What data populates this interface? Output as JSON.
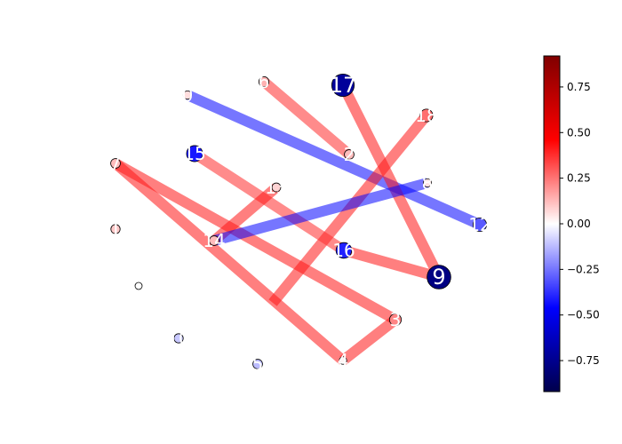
{
  "graph": {
    "colormap": "seismic",
    "vmin": -0.92,
    "vmax": 0.92,
    "nodes": [
      {
        "id": "0",
        "value": 0.06
      },
      {
        "id": "1",
        "value": 0.1
      },
      {
        "id": "2",
        "value": 0.12
      },
      {
        "id": "3",
        "value": 0.22
      },
      {
        "id": "4",
        "value": 0.02
      },
      {
        "id": "5",
        "value": -0.12
      },
      {
        "id": "6",
        "value": 0.14
      },
      {
        "id": "7",
        "value": 0.12
      },
      {
        "id": "8",
        "value": 0.05
      },
      {
        "id": "9",
        "value": -0.78
      },
      {
        "id": "10",
        "value": -0.1
      },
      {
        "id": "11",
        "value": 0.0
      },
      {
        "id": "12",
        "value": -0.3
      },
      {
        "id": "13",
        "value": 0.08
      },
      {
        "id": "14",
        "value": 0.12
      },
      {
        "id": "15",
        "value": -0.42
      },
      {
        "id": "16",
        "value": -0.4
      },
      {
        "id": "17",
        "value": -0.72
      },
      {
        "id": "18",
        "value": 0.26
      }
    ],
    "edges": [
      {
        "source": "0",
        "target": "12",
        "value": -0.45
      },
      {
        "source": "6",
        "target": "2",
        "value": 0.38
      },
      {
        "source": "17",
        "target": "9",
        "value": 0.42
      },
      {
        "source": "18",
        "target": "19",
        "value": 0.42
      },
      {
        "source": "15",
        "target": "16",
        "value": 0.38
      },
      {
        "source": "16",
        "target": "9",
        "value": 0.42
      },
      {
        "source": "7",
        "target": "3",
        "value": 0.42
      },
      {
        "source": "7",
        "target": "4",
        "value": 0.42
      },
      {
        "source": "3",
        "target": "4",
        "value": 0.42
      },
      {
        "source": "13",
        "target": "14",
        "value": 0.42
      },
      {
        "source": "14",
        "target": "8",
        "value": -0.45
      }
    ]
  },
  "colorbar": {
    "ticks": [
      "0.75",
      "0.50",
      "0.25",
      "0.00",
      "−0.25",
      "−0.50",
      "−0.75"
    ],
    "tick_values": [
      0.75,
      0.5,
      0.25,
      0.0,
      -0.25,
      -0.5,
      -0.75
    ]
  }
}
